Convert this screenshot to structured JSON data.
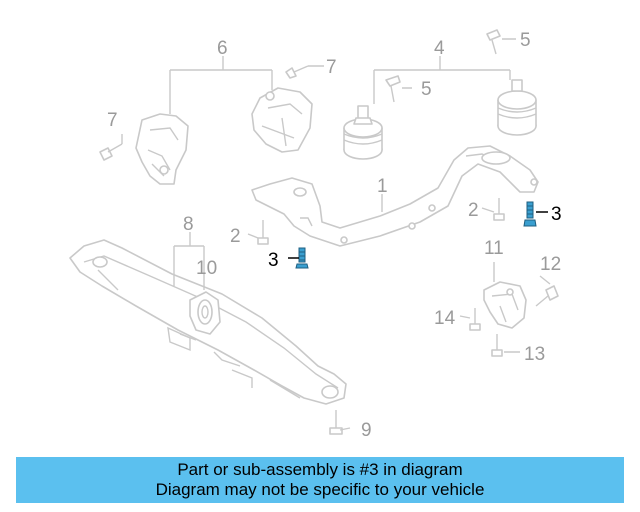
{
  "callouts": {
    "c1": "1",
    "c2a": "2",
    "c2b": "2",
    "c3a": "3",
    "c3b": "3",
    "c4": "4",
    "c5a": "5",
    "c5b": "5",
    "c6": "6",
    "c7a": "7",
    "c7b": "7",
    "c8": "8",
    "c9": "9",
    "c10": "10",
    "c11": "11",
    "c12": "12",
    "c13": "13",
    "c14": "14"
  },
  "highlight_part": "3",
  "colors": {
    "banner": "#5bc0ef",
    "highlight": "#3a9fd0",
    "line": "#c9c9c9",
    "callout_gray": "#9a9a9a"
  },
  "banner": {
    "line1": "Part or sub-assembly is #3 in diagram",
    "line2": "Diagram may not be specific to your vehicle"
  }
}
